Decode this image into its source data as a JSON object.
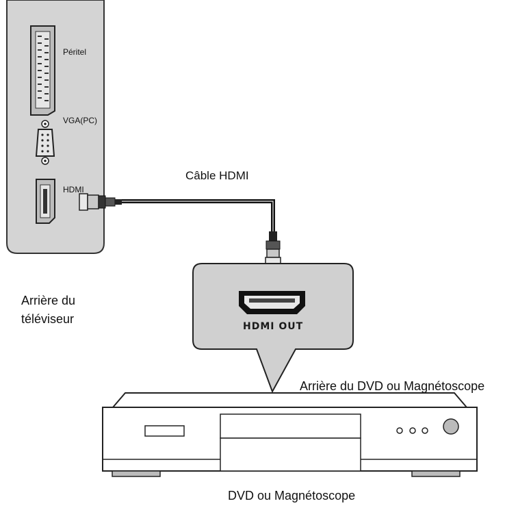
{
  "tv_panel": {
    "caption_line1": "Arrière du",
    "caption_line2": "téléviseur",
    "ports": {
      "scart": "Péritel",
      "vga": "VGA(PC)",
      "hdmi": "HDMI"
    }
  },
  "cable_label": "Câble HDMI",
  "callout": {
    "port_label": "HDMI OUT"
  },
  "device_rear_label": "Arrière du DVD ou Magnétoscope",
  "device_label": "DVD ou Magnétoscope",
  "colors": {
    "panel_fill": "#d4d4d4",
    "panel_stroke": "#333333",
    "cable": "#111111",
    "callout_fill": "#d0d0d0"
  }
}
